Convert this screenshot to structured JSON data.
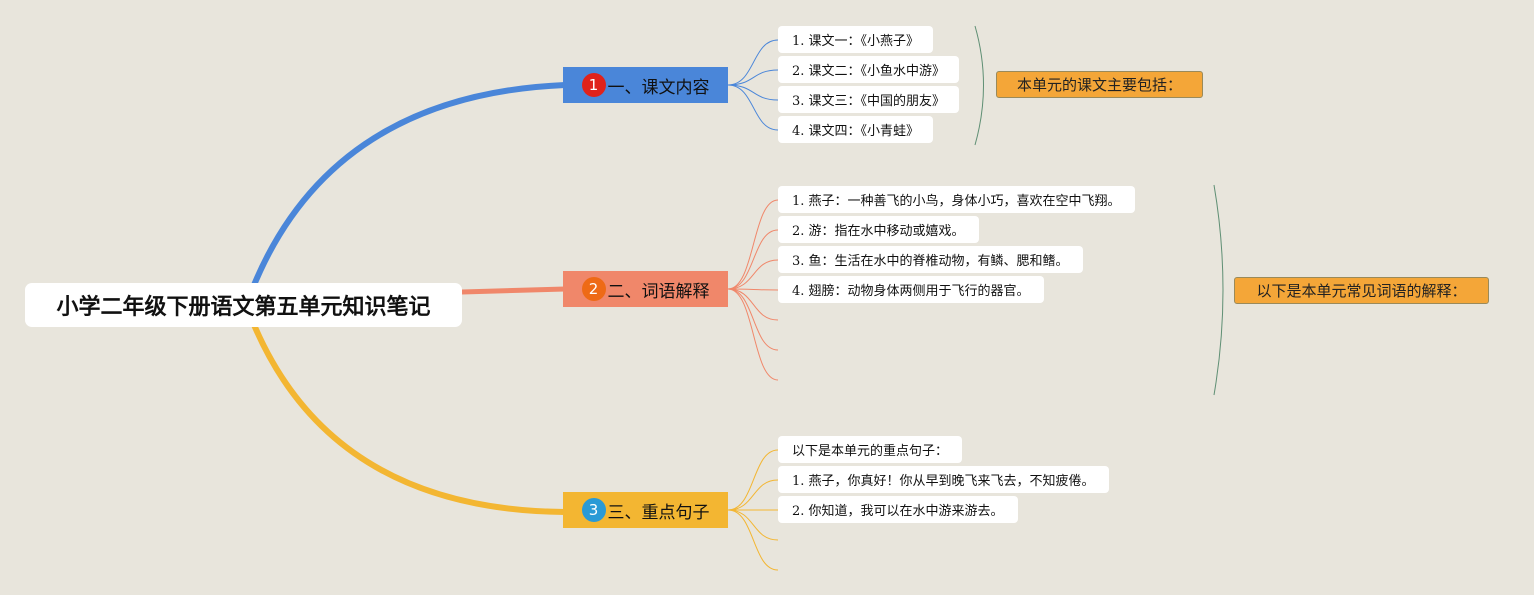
{
  "root": {
    "title": "小学二年级下册语文第五单元知识笔记"
  },
  "branches": [
    {
      "num": "1",
      "label": "一、课文内容",
      "color": "#4a86d9",
      "badge_color": "#e0221b"
    },
    {
      "num": "2",
      "label": "二、词语解释",
      "color": "#f0876a",
      "badge_color": "#ee6a16"
    },
    {
      "num": "3",
      "label": "三、重点句子",
      "color": "#f3b632",
      "badge_color": "#2a9ad6"
    }
  ],
  "lessons": [
    "1. 课文一：《小燕子》",
    "2. 课文二：《小鱼水中游》",
    "3. 课文三：《中国的朋友》",
    "4. 课文四：《小青蛙》"
  ],
  "lessons_summary": "本单元的课文主要包括：",
  "words": [
    "1. 燕子：一种善飞的小鸟，身体小巧，喜欢在空中飞翔。",
    "2. 游：指在水中移动或嬉戏。",
    "3. 鱼：生活在水中的脊椎动物，有鳞、腮和鳍。",
    "4. 翅膀：动物身体两侧用于飞行的器官。"
  ],
  "words_summary": "以下是本单元常见词语的解释：",
  "sentences": [
    "以下是本单元的重点句子：",
    "1. 燕子，你真好！你从早到晚飞来飞去，不知疲倦。",
    "2. 你知道，我可以在水中游来游去。"
  ]
}
